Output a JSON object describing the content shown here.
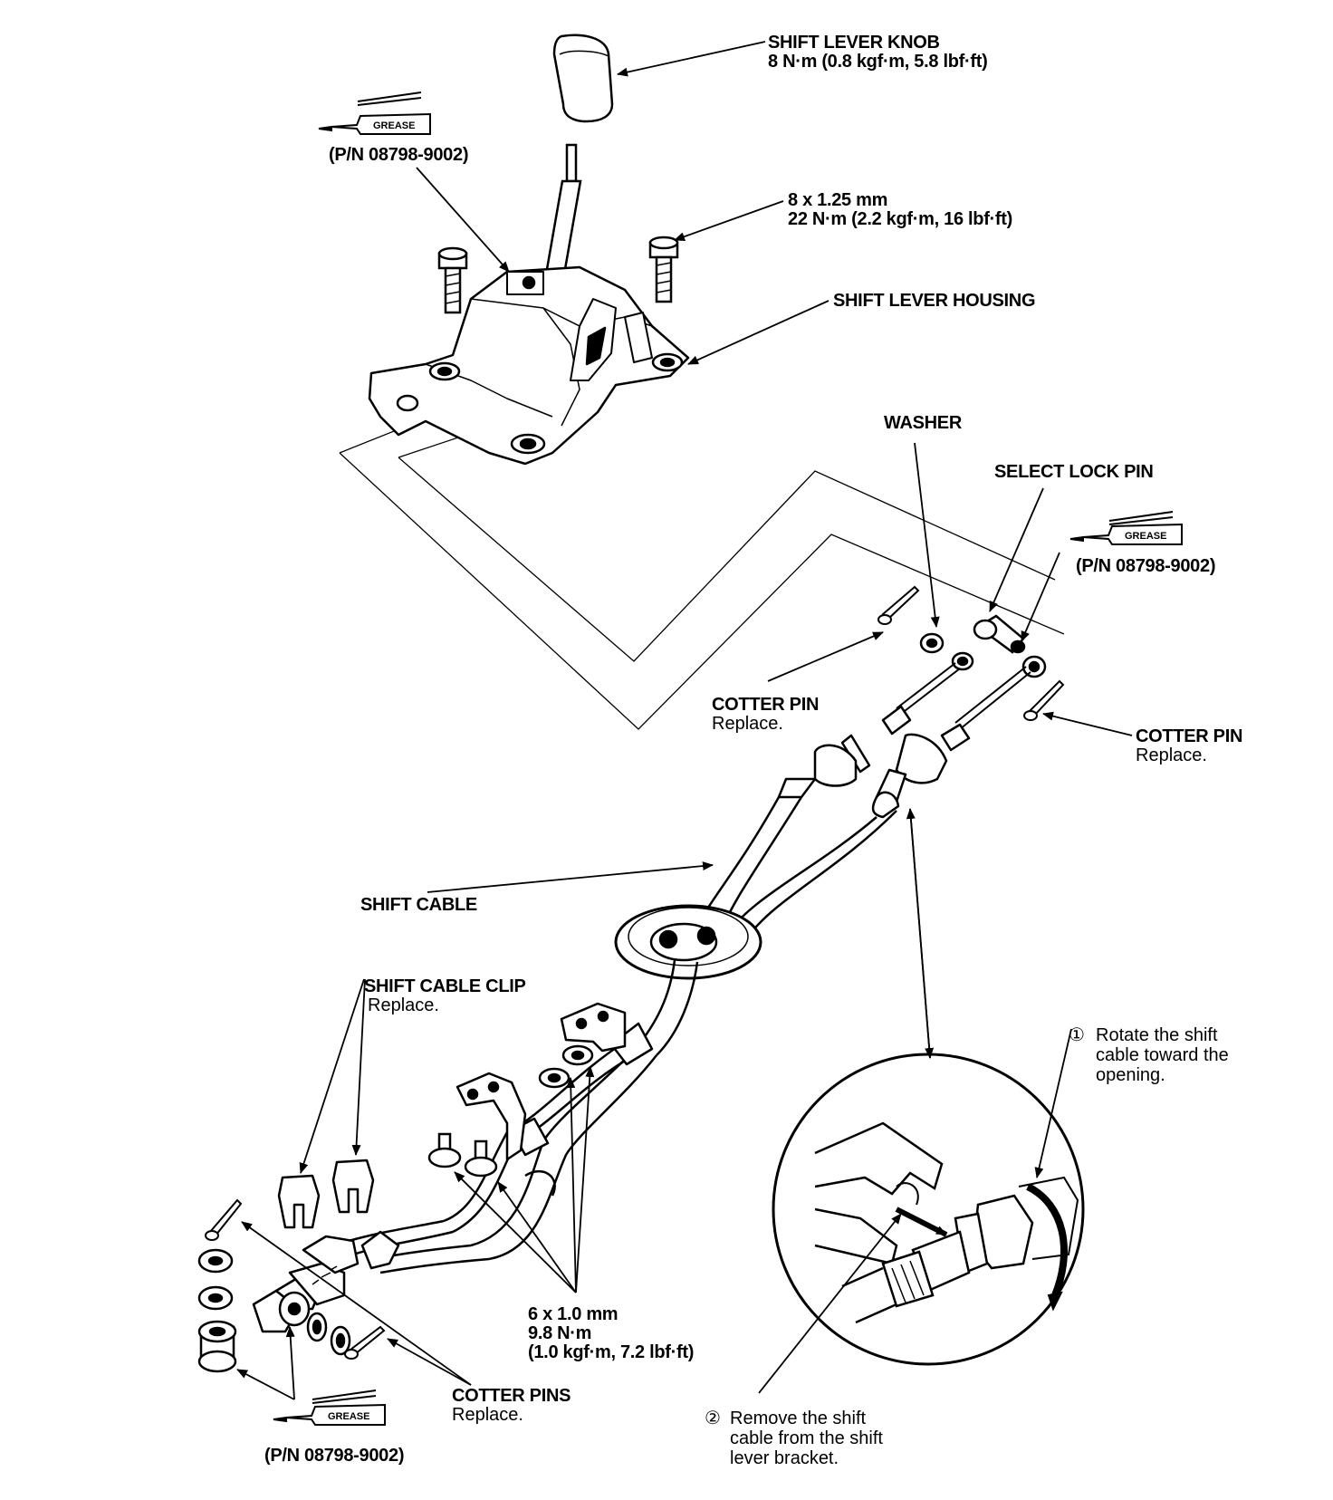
{
  "labels": {
    "knob_title": "SHIFT LEVER KNOB",
    "knob_torque": "8 N·m (0.8 kgf·m, 5.8 lbf·ft)",
    "grease_pn": "(P/N 08798-9002)",
    "bolt_size": "8 x 1.25 mm",
    "bolt_torque": "22 N·m (2.2 kgf·m, 16 lbf·ft)",
    "housing": "SHIFT LEVER HOUSING",
    "washer": "WASHER",
    "select_lock_pin": "SELECT LOCK PIN",
    "cotter_pin": "COTTER PIN",
    "replace": "Replace.",
    "shift_cable": "SHIFT CABLE",
    "cable_clip": "SHIFT CABLE CLIP",
    "nut_size": "6 x 1.0 mm",
    "nut_torque_nm": "9.8 N·m",
    "nut_torque_other": "(1.0 kgf·m, 7.2 lbf·ft)",
    "cotter_pins": "COTTER PINS",
    "step1_num": "①",
    "step1_line1": "Rotate the shift",
    "step1_line2": "cable toward the",
    "step1_line3": "opening.",
    "step2_num": "②",
    "step2_line1": "Remove the shift",
    "step2_line2": "cable from the shift",
    "step2_line3": "lever bracket."
  },
  "grease_tag": "GREASE",
  "icons": [
    "grease-tube-icon",
    "leader-arrow-icon",
    "rotation-arrow-icon"
  ],
  "colors": {
    "ink": "#000000",
    "paper": "#ffffff"
  }
}
